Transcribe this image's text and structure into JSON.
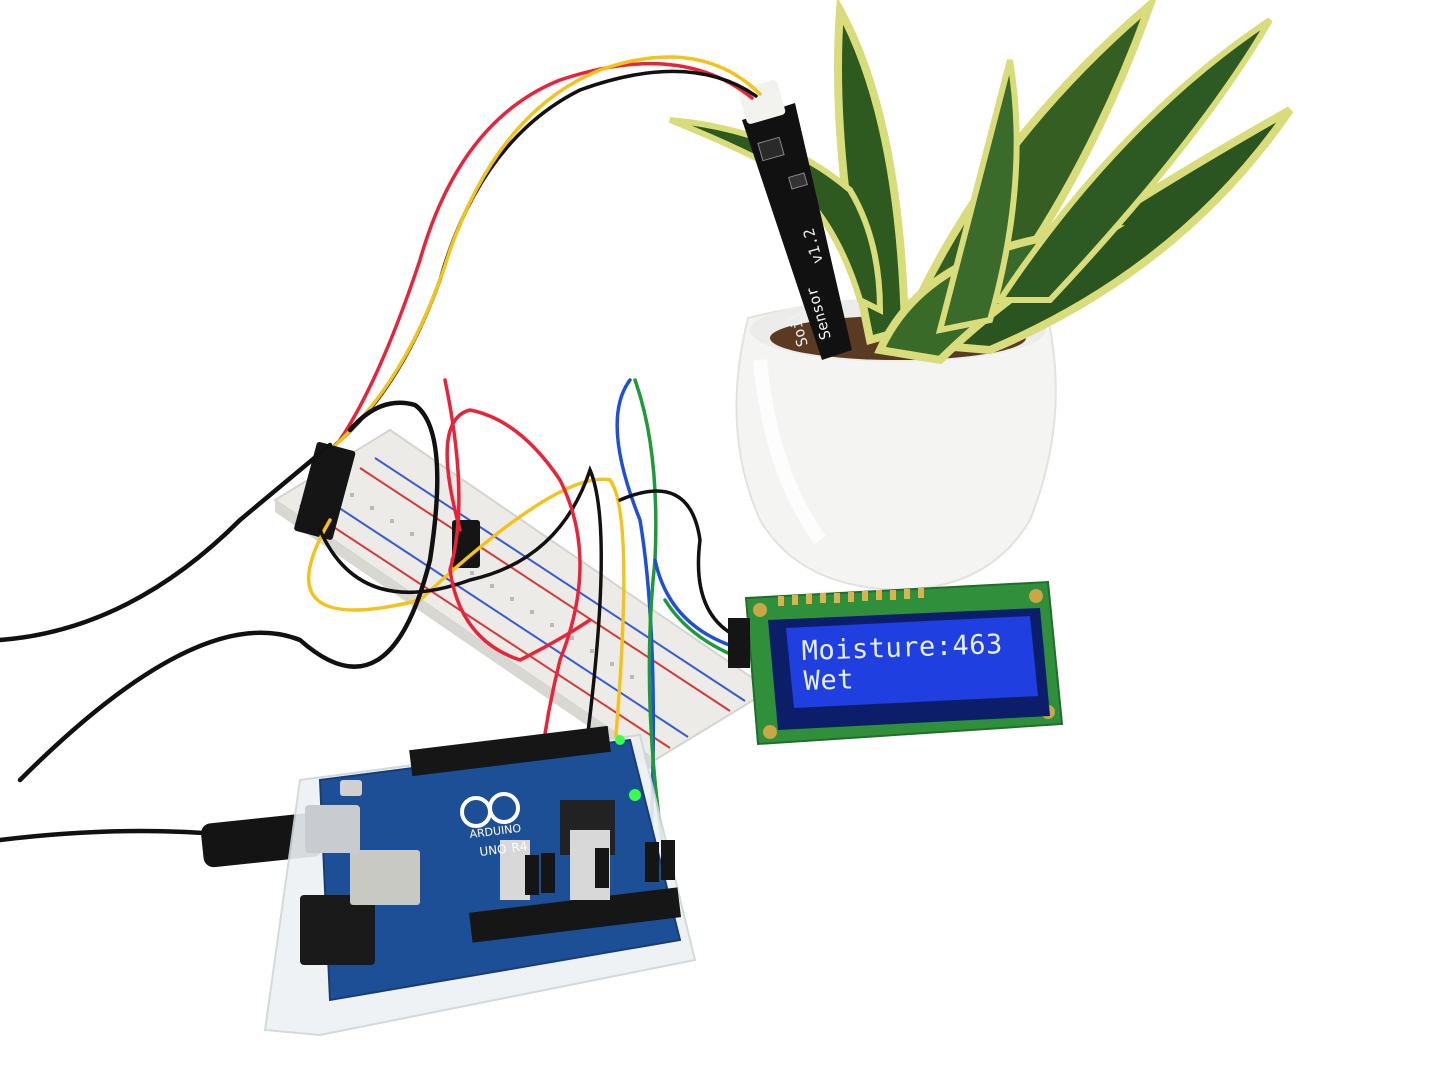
{
  "sensor": {
    "label_line1": "Soil",
    "label_line2": "Sensor",
    "version": "v1.2"
  },
  "lcd": {
    "line1": "Moisture:463",
    "line2": "Wet",
    "backlight_color": "#1f3fe0",
    "bezel_color": "#2f8f3a"
  },
  "arduino": {
    "brand": "ARDUINO",
    "model": "UNO",
    "revision": "R4",
    "board_color": "#1c4f95"
  },
  "colors": {
    "wire_red": "#e8243a",
    "wire_yellow": "#f4c21a",
    "wire_black": "#111111",
    "wire_blue": "#1f4fd8",
    "wire_green": "#1f9a3a",
    "leaf_dark": "#2f5a1f",
    "leaf_edge": "#d8dc7a",
    "pot": "#f4f4f2"
  }
}
